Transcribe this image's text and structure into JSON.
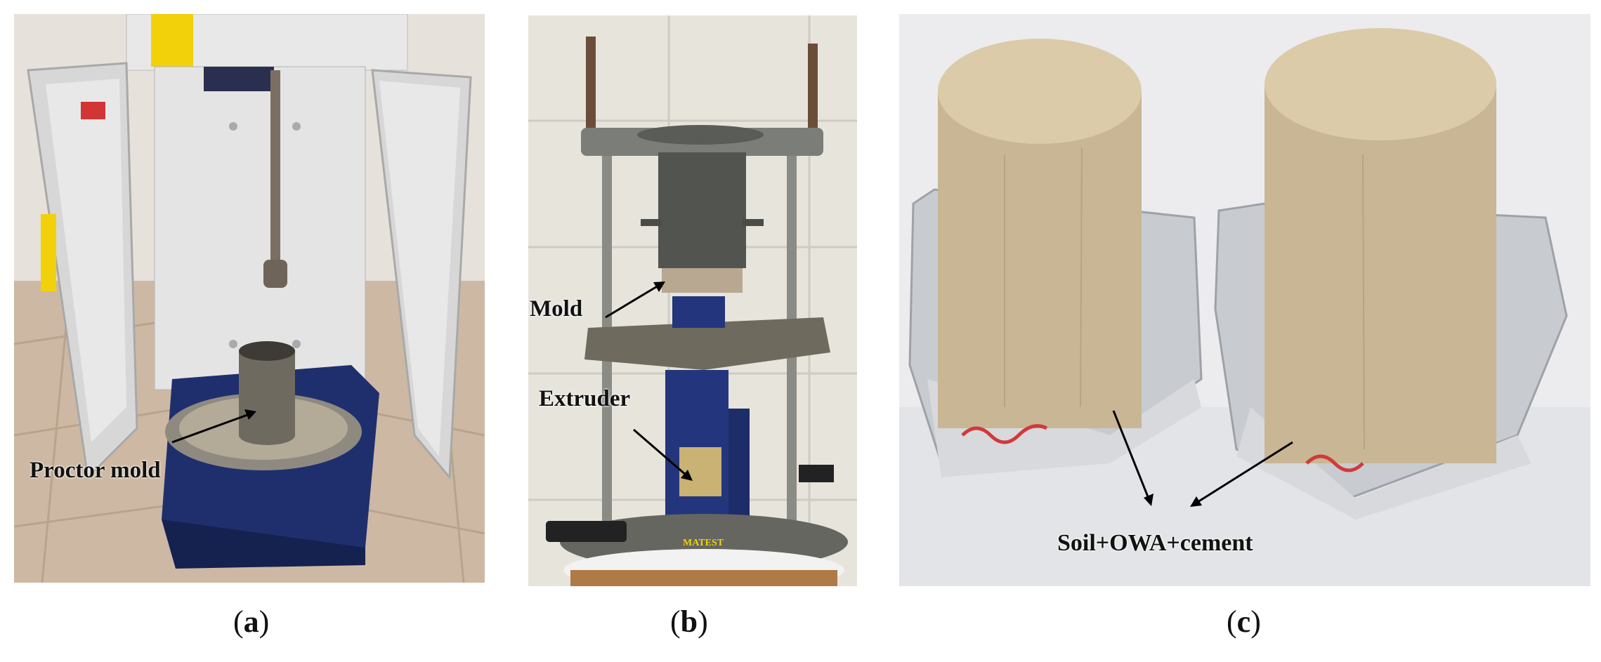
{
  "panels": [
    {
      "caption_open": "(",
      "caption_letter": "a",
      "caption_close": ")",
      "annotation": "Proctor mold"
    },
    {
      "caption_open": "(",
      "caption_letter": "b",
      "caption_close": ")",
      "annotations": [
        "Mold",
        "Extruder"
      ],
      "brand": "MATEST"
    },
    {
      "caption_open": "(",
      "caption_letter": "c",
      "caption_close": ")",
      "annotation": "Soil+OWA+cement"
    }
  ],
  "colors": {
    "cabinet": "#dcdcdc",
    "base_blue": "#1f2f6e",
    "yellow_label": "#f2d00a",
    "soil": "#c9b694",
    "foil": "#c8cbd0"
  }
}
